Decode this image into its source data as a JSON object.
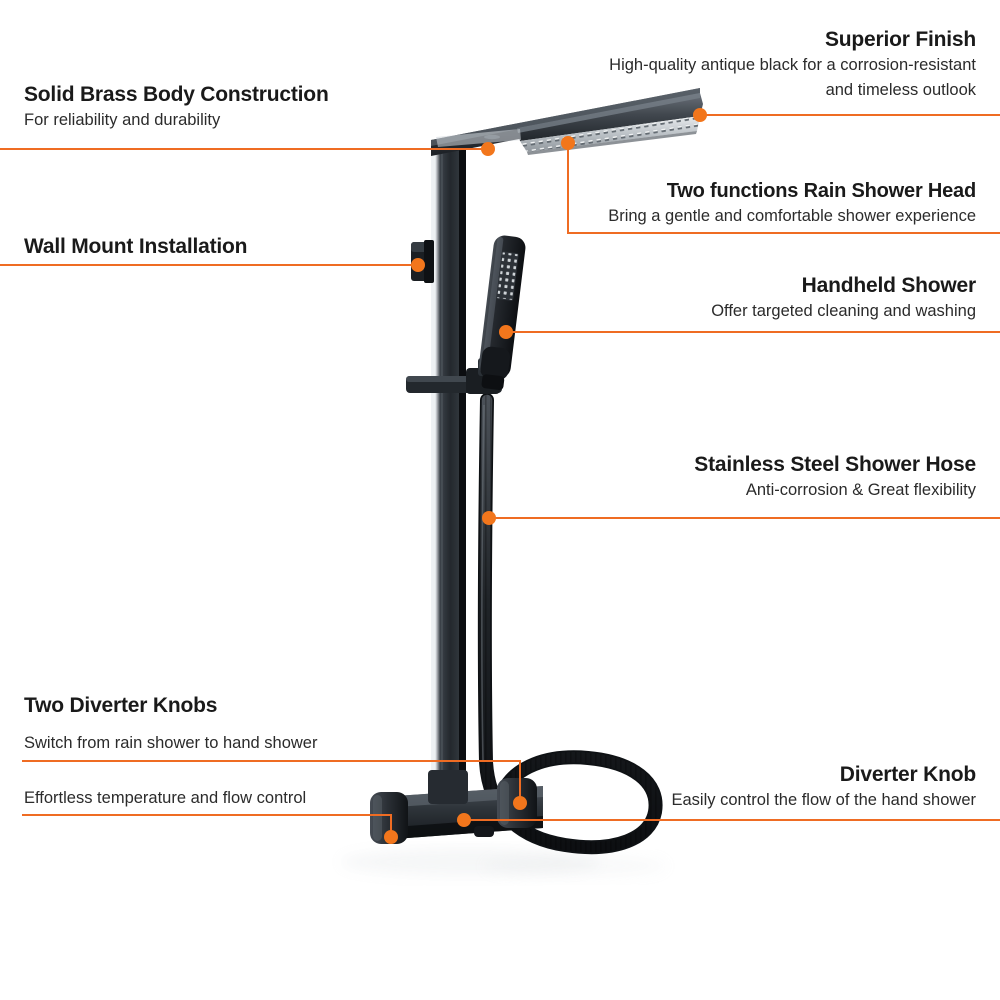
{
  "page": {
    "background": "#ffffff",
    "accent_color": "#ef6c23",
    "dot_color": "#f2761c",
    "text_color": "#1a1a1a"
  },
  "callouts": [
    {
      "id": "superior-finish",
      "title": "Superior Finish",
      "desc_line1": "High-quality antique black for a corrosion-resistant",
      "desc_line2": "and timeless outlook",
      "align": "right"
    },
    {
      "id": "solid-brass",
      "title": "Solid Brass Body Construction",
      "desc_line1": "For reliability and durability",
      "align": "left"
    },
    {
      "id": "rain-shower-head",
      "title": "Two functions Rain Shower Head",
      "desc_line1": "Bring a gentle and comfortable shower experience",
      "align": "right"
    },
    {
      "id": "wall-mount",
      "title": "Wall Mount Installation",
      "desc_line1": "",
      "align": "left"
    },
    {
      "id": "handheld-shower",
      "title": "Handheld Shower",
      "desc_line1": "Offer targeted cleaning and washing",
      "align": "right"
    },
    {
      "id": "shower-hose",
      "title": "Stainless Steel Shower Hose",
      "desc_line1": "Anti-corrosion & Great flexibility",
      "align": "right"
    },
    {
      "id": "two-diverter-knobs",
      "title": "Two Diverter Knobs",
      "desc_line1": "Switch from rain shower to hand shower",
      "desc_line2": "Effortless temperature and flow control",
      "align": "left"
    },
    {
      "id": "diverter-knob",
      "title": "Diverter Knob",
      "desc_line1": "Easily control the flow of the hand shower",
      "align": "right"
    }
  ],
  "product": {
    "name": "wall-mounted-rain-shower-system",
    "finish": "antique black",
    "parts": [
      "rain-shower-head",
      "shower-arm",
      "vertical-riser-pole",
      "wall-mount-bracket",
      "handheld-shower-wand",
      "handheld-holder-shelf",
      "stainless-steel-hose",
      "mixer-valve-body",
      "diverter-knob-left",
      "diverter-knob-right"
    ]
  }
}
